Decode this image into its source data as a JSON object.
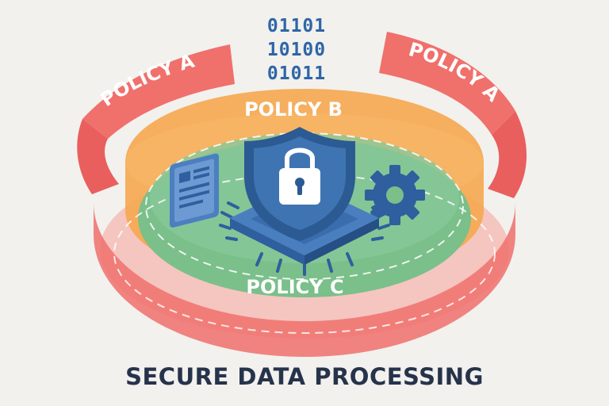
{
  "binary_lines": [
    "01101",
    "10100",
    "01011"
  ],
  "layers": {
    "outer": {
      "label_left": "POLICY A",
      "label_right": "POLICY A",
      "color": "#f0706c"
    },
    "middle": {
      "label": "POLICY B",
      "color": "#f5a74f"
    },
    "inner": {
      "label": "POLICY C",
      "color": "#7bbf8a"
    }
  },
  "icons": [
    "document-icon",
    "shield-lock-icon",
    "processor-chip-icon",
    "gear-icon"
  ],
  "colors": {
    "primary_blue": "#2f5f9e",
    "dark_blue": "#1f4577",
    "text_dark": "#26334a",
    "background": "#f2f1ee"
  },
  "caption": "SECURE DATA PROCESSING"
}
